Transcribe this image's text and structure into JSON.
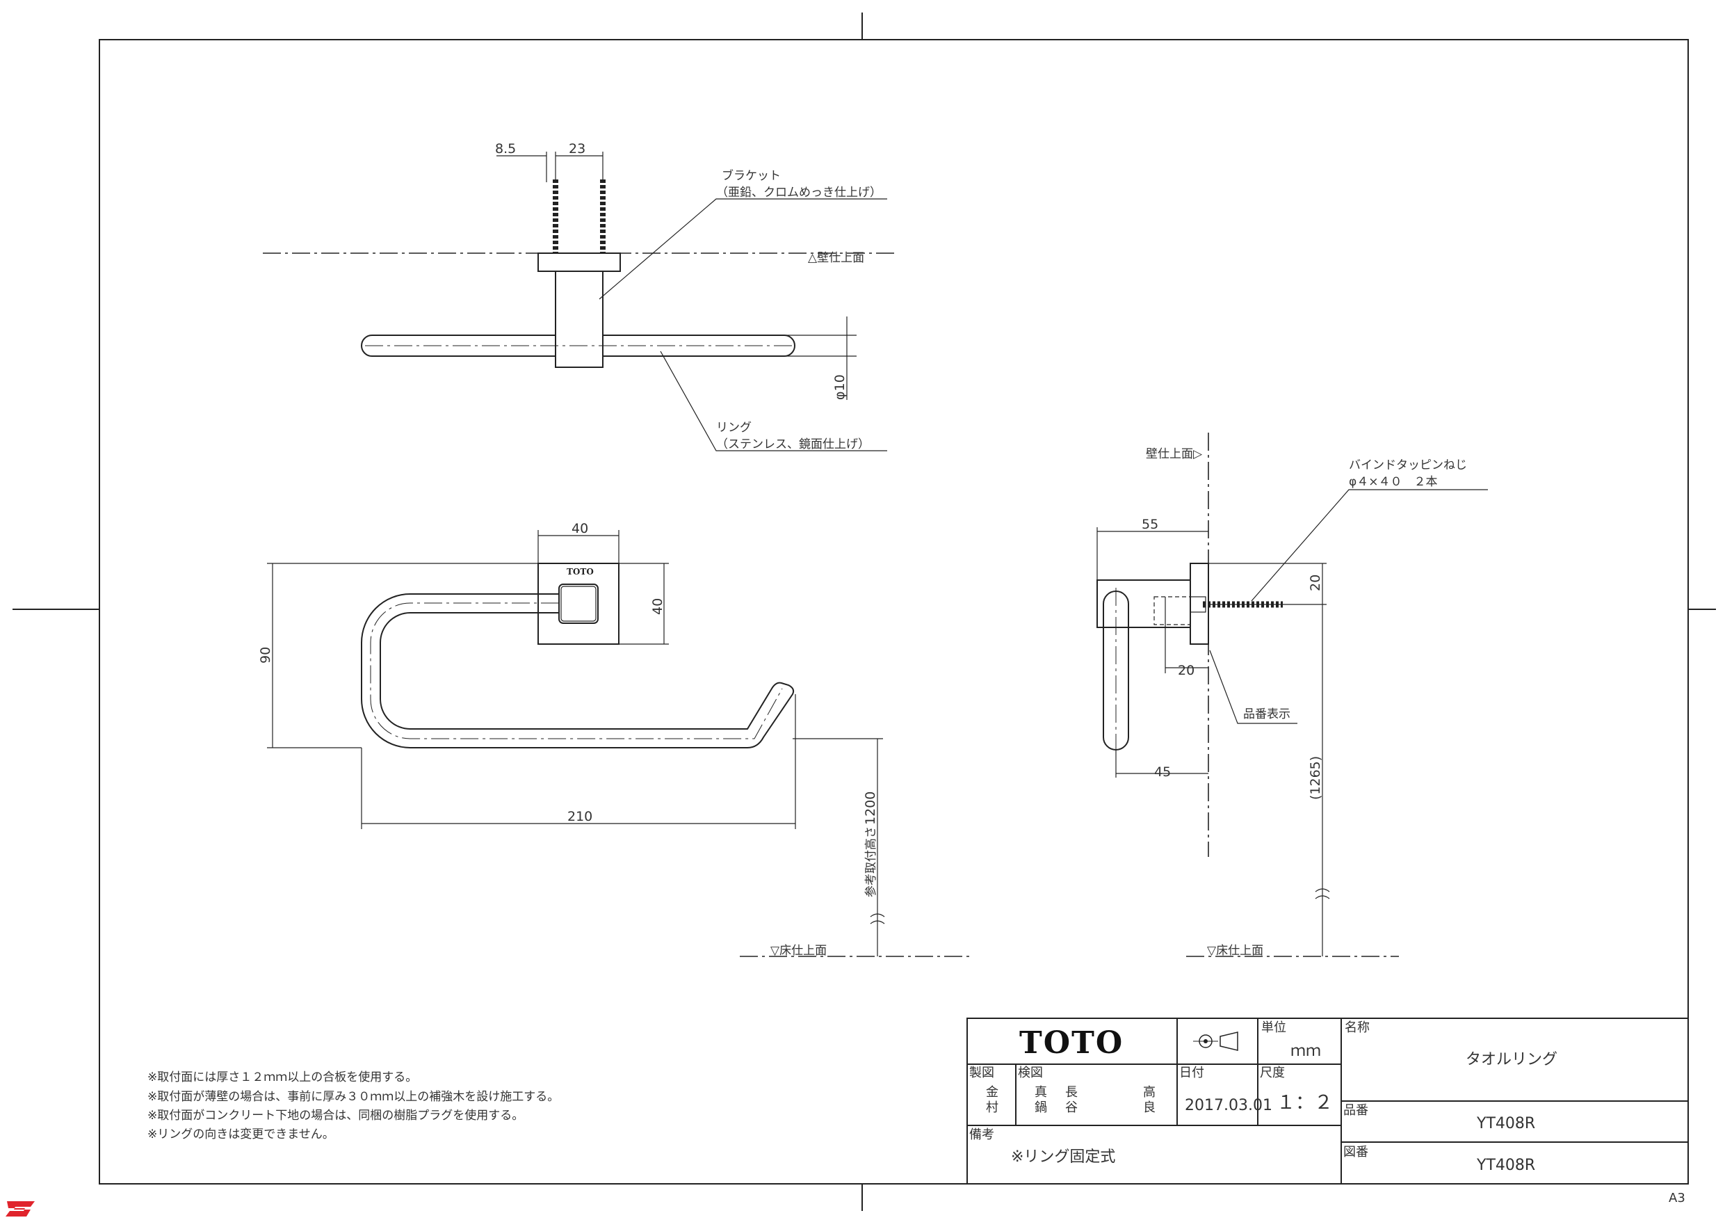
{
  "top_view": {
    "dim_85": "8.5",
    "dim_23": "23",
    "bracket_label": "ブラケット",
    "bracket_material": "（亜鉛、クロムめっき仕上げ）",
    "wall_face": "△壁仕上面",
    "dim_phi10": "φ10",
    "ring_label": "リング",
    "ring_material": "（ステンレス、鏡面仕上げ）"
  },
  "front_view": {
    "dim_40_top": "40",
    "dim_40_side": "40",
    "dim_90": "90",
    "dim_210": "210",
    "ref_height_label": "参考取付高さ",
    "ref_height_value": "1200",
    "floor_face": "▽床仕上面",
    "brand_mark": "TOTO"
  },
  "side_view": {
    "wall_face": "壁仕上面▷",
    "screw_label": "バインドタッピンねじ",
    "screw_spec": "φ４×４０　２本",
    "dim_55": "55",
    "dim_20_v": "20",
    "dim_20_h": "20",
    "part_no_label": "品番表示",
    "dim_45": "45",
    "dim_1265": "(1265)",
    "floor_face": "▽床仕上面"
  },
  "notes": [
    "※取付面には厚さ１２ｍｍ以上の合板を使用する。",
    "※取付面が薄壁の場合は、事前に厚み３０ｍｍ以上の補強木を設け施工する。",
    "※取付面がコンクリート下地の場合は、同梱の樹脂プラグを使用する。",
    "※リングの向きは変更できません。"
  ],
  "title_block": {
    "logo": "TOTO",
    "unit_label": "単位",
    "unit_value": "ｍｍ",
    "name_label": "名称",
    "name_value": "タオルリング",
    "drawn_label": "製図",
    "drawn_by": [
      "金",
      "村"
    ],
    "checked_label": "検図",
    "checked_by_1": [
      "真",
      "鍋"
    ],
    "checked_by_2": [
      "長",
      "谷"
    ],
    "checked_by_3": [
      "高",
      "良"
    ],
    "date_label": "日付",
    "date_value": "2017.03.01",
    "scale_label": "尺度",
    "scale_value": "１：２",
    "part_label": "品番",
    "part_value": "YT408R",
    "remarks_label": "備考",
    "remarks_value": "※リング固定式",
    "drawing_no_label": "図番",
    "drawing_no_value": "YT408R"
  },
  "sheet_size": "A3"
}
